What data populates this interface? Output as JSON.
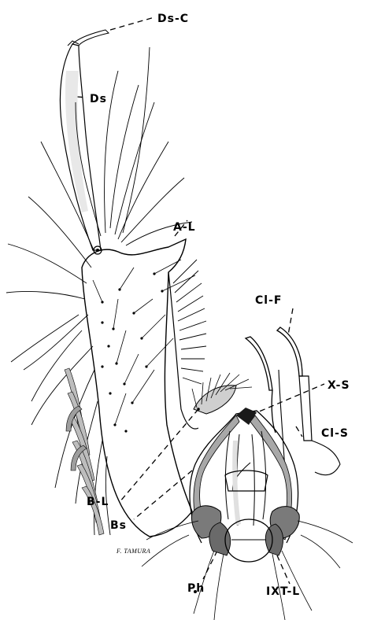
{
  "labels": {
    "ds_c": "Ds-C",
    "ds": "Ds",
    "a_l": "A-L",
    "cl_f": "Cl-F",
    "x_s": "X-S",
    "cl_s": "Cl-S",
    "b_l": "B-L",
    "bs": "Bs",
    "ph": "Ph",
    "ixt_l": "IXT-L"
  },
  "signature": "F. TAMURA"
}
